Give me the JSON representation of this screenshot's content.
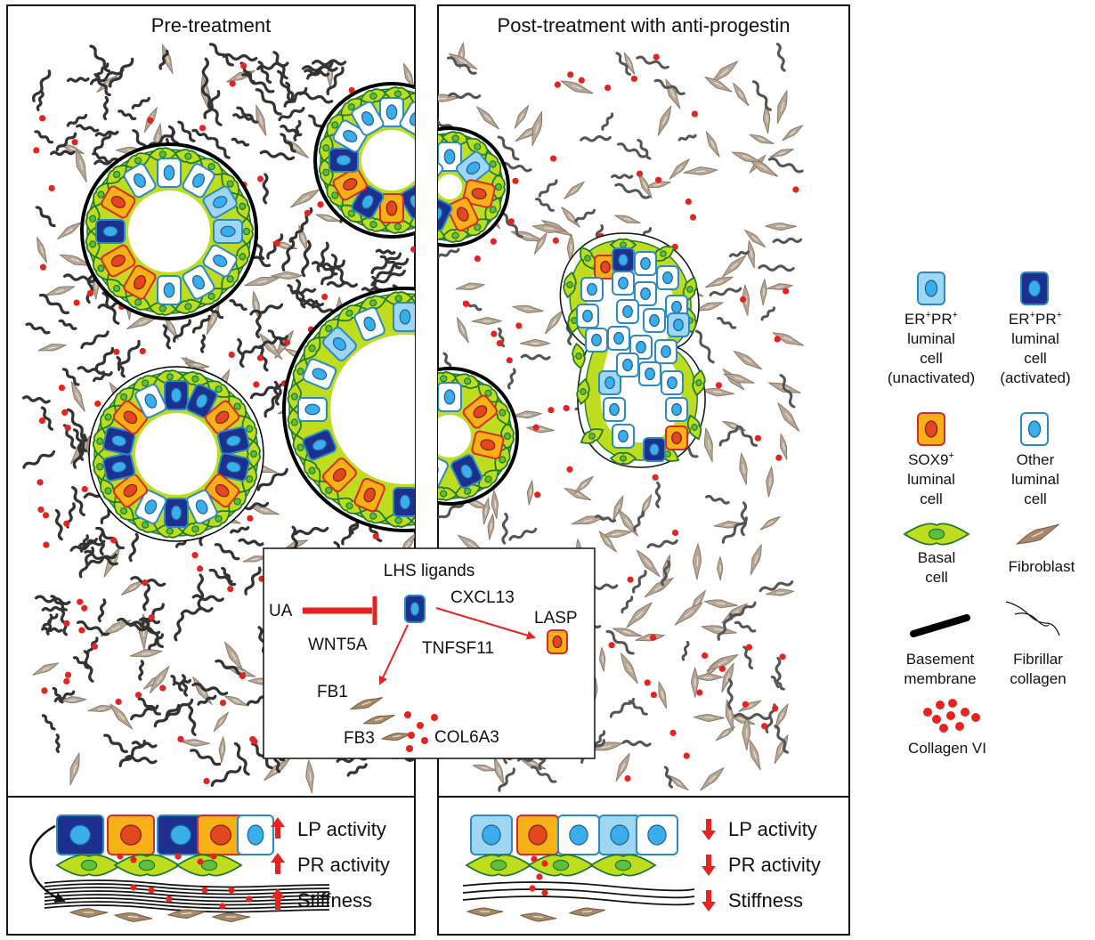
{
  "panels": {
    "pre": {
      "title": "Pre-treatment",
      "status": [
        {
          "direction": "up",
          "label": "LP activity"
        },
        {
          "direction": "up",
          "label": "PR activity"
        },
        {
          "direction": "up",
          "label": "Stiffness"
        }
      ]
    },
    "post": {
      "title": "Post-treatment with anti-progestin",
      "status": [
        {
          "direction": "down",
          "label": "LP activity"
        },
        {
          "direction": "down",
          "label": "PR activity"
        },
        {
          "direction": "down",
          "label": "Stiffness"
        }
      ]
    }
  },
  "inset": {
    "title": "LHS ligands",
    "labels": {
      "ua": "UA",
      "wnt5a": "WNT5A",
      "cxcl13": "CXCL13",
      "lasp": "LASP",
      "tnfsf11": "TNFSF11",
      "fb1": "FB1",
      "fb3": "FB3",
      "col6a3": "COL6A3"
    }
  },
  "legend": {
    "er_pr_unactivated": {
      "main": "ER",
      "sup1": "+",
      "mid": "PR",
      "sup2": "+",
      "line2": "luminal",
      "line3": "cell",
      "line4": "(unactivated)"
    },
    "er_pr_activated": {
      "main": "ER",
      "sup1": "+",
      "mid": "PR",
      "sup2": "+",
      "line2": "luminal",
      "line3": "cell",
      "line4": "(activated)"
    },
    "sox9": {
      "main": "SOX9",
      "sup": "+",
      "line2": "luminal",
      "line3": "cell"
    },
    "other": {
      "line1": "Other",
      "line2": "luminal",
      "line3": "cell"
    },
    "basal": {
      "line1": "Basal",
      "line2": "cell"
    },
    "fibroblast": {
      "line1": "Fibroblast"
    },
    "basement": {
      "line1": "Basement",
      "line2": "membrane"
    },
    "fibrillar": {
      "line1": "Fibrillar",
      "line2": "collagen"
    },
    "collagen6": {
      "line1": "Collagen VI"
    }
  },
  "colors": {
    "er_light": "#9fd6f2",
    "er_dark": "#1d2f8f",
    "sox9_fill": "#f7b117",
    "sox9_border": "#d62b2b",
    "sox9_nucleus": "#e2481f",
    "other_fill": "#ffffff",
    "luminal_border": "#2a8ac4",
    "nucleus_blue": "#3aaee8",
    "basal_fill": "#bfdc1e",
    "basal_border": "#1d7a2c",
    "basal_nucleus": "#5fbf3c",
    "fibroblast": "#b8a898",
    "fibroblast_dark": "#7a5a3c",
    "collagen": "#555555",
    "collagen6": "#e8221f",
    "arrow_red": "#e8221f"
  }
}
